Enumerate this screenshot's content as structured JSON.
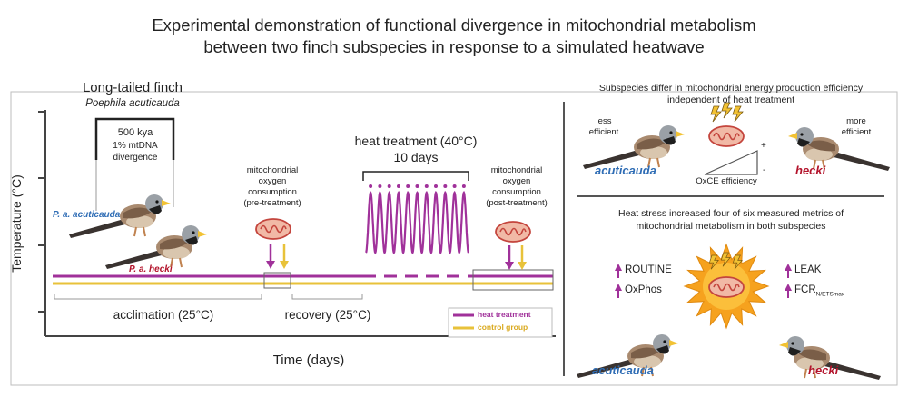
{
  "title": {
    "line1": "Experimental demonstration of functional divergence in mitochondrial metabolism",
    "line2": "between two finch subspecies in response to a simulated heatwave"
  },
  "left_panel": {
    "species_common": "Long-tailed finch",
    "species_latin": "Poephila acuticauda",
    "divergence": {
      "line1": "500 kya",
      "line2": "1% mtDNA",
      "line3": "divergence"
    },
    "subspecies_a": "P. a. acuticauda",
    "subspecies_b": "P. a. hecki",
    "y_axis_label": "Temperature (°C)",
    "x_axis_label": "Time (days)",
    "pre_measure": {
      "line1": "mitochondrial",
      "line2": "oxygen",
      "line3": "consumption",
      "line4": "(pre-treatment)"
    },
    "post_measure": {
      "line1": "mitochondrial",
      "line2": "oxygen",
      "line3": "consumption",
      "line4": "(post-treatment)"
    },
    "heat_label": {
      "line1": "heat treatment (40°C)",
      "line2": "10 days"
    },
    "acclimation": "acclimation (25°C)",
    "recovery": "recovery (25°C)",
    "legend": [
      {
        "label": "heat treatment",
        "color": "#a0319a"
      },
      {
        "label": "control group",
        "color": "#e8c23a"
      }
    ]
  },
  "right_top": {
    "heading": {
      "line1": "Subspecies differ in mitochondrial energy production efficiency",
      "line2": "independent of heat treatment"
    },
    "less_efficient": {
      "line1": "less",
      "line2": "efficient"
    },
    "more_efficient": {
      "line1": "more",
      "line2": "efficient"
    },
    "name_a": "acuticauda",
    "name_b": "hecki",
    "efficiency_label": "OxCE efficiency",
    "plus": "+",
    "minus": "-"
  },
  "right_bottom": {
    "heading": {
      "line1": "Heat stress increased four of six measured metrics of",
      "line2": "mitochondrial metabolism in both subspecies"
    },
    "metrics_left": [
      "ROUTINE",
      "OxPhos"
    ],
    "metric_leak": "LEAK",
    "metric_fcr": "FCR",
    "metric_fcr_sub": "N/ETSmax",
    "name_a": "acuticauda",
    "name_b": "hecki"
  },
  "colors": {
    "heat": "#a0319a",
    "control": "#e8c23a",
    "acuticauda": "#2f6db5",
    "hecki": "#b3132b",
    "mito_fill": "#f1b9a6",
    "mito_stroke": "#c4453d",
    "sun": "#f6a21e"
  }
}
